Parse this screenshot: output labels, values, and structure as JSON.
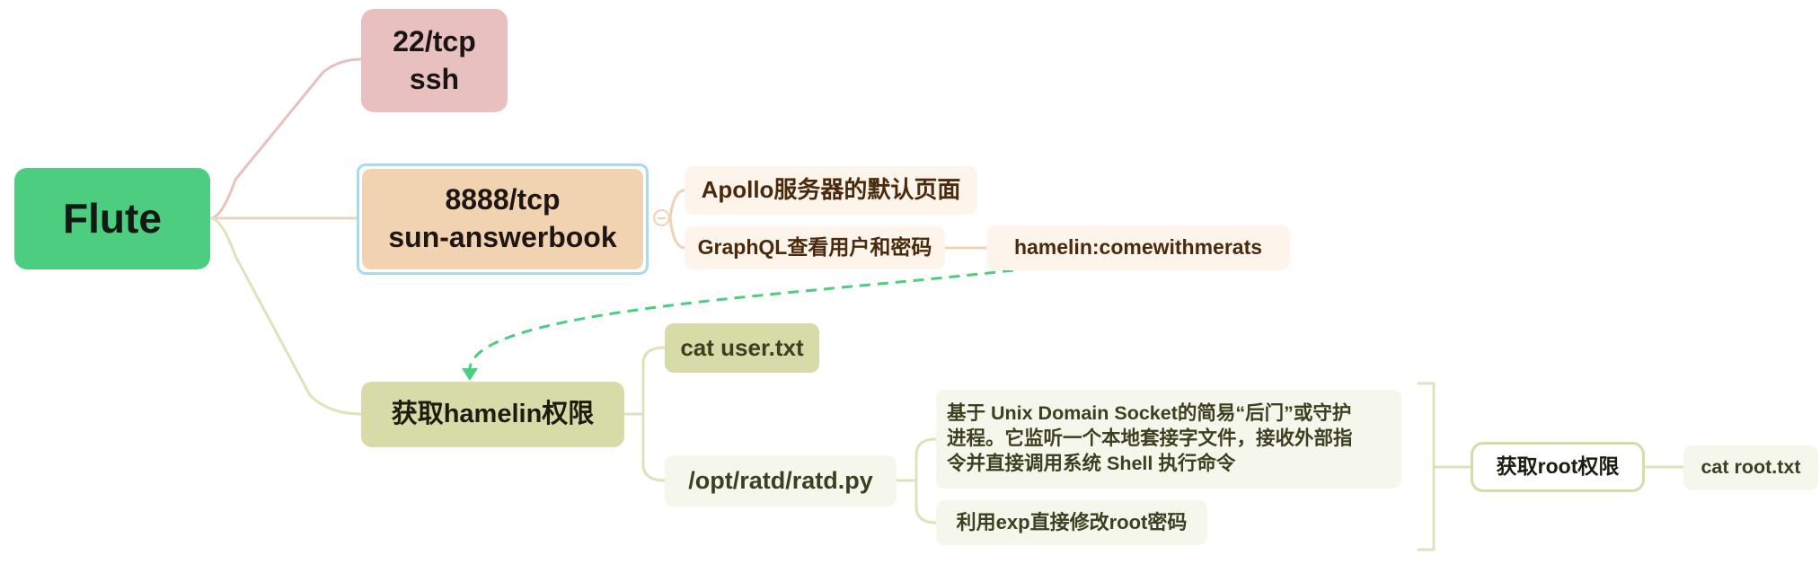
{
  "root": {
    "label": "Flute"
  },
  "ports": {
    "ssh": {
      "line1": "22/tcp",
      "line2": "ssh"
    },
    "answerbook": {
      "line1": "8888/tcp",
      "line2": "sun-answerbook",
      "children": {
        "apollo": "Apollo服务器的默认页面",
        "graphql": "GraphQL查看用户和密码",
        "credentials": "hamelin:comewithmerats"
      }
    }
  },
  "foothold": {
    "label": "获取hamelin权限",
    "user_flag": "cat user.txt",
    "ratd": {
      "label": "/opt/ratd/ratd.py",
      "description_lines": [
        "基于 Unix Domain Socket的简易“后门”或守护",
        "进程。它监听一个本地套接字文件，接收外部指",
        "令并直接调用系统 Shell 执行命令"
      ],
      "exploit": "利用exp直接修改root密码"
    },
    "root": {
      "label": "获取root权限",
      "root_flag": "cat root.txt"
    }
  },
  "colors": {
    "root": "#4ccd80",
    "ssh": "#e8c0c0",
    "answerbook": "#f2d3b1",
    "foothold": "#d7dba8",
    "dashed_link": "#4ccd80",
    "selection_frame": "#a7dbf0"
  }
}
